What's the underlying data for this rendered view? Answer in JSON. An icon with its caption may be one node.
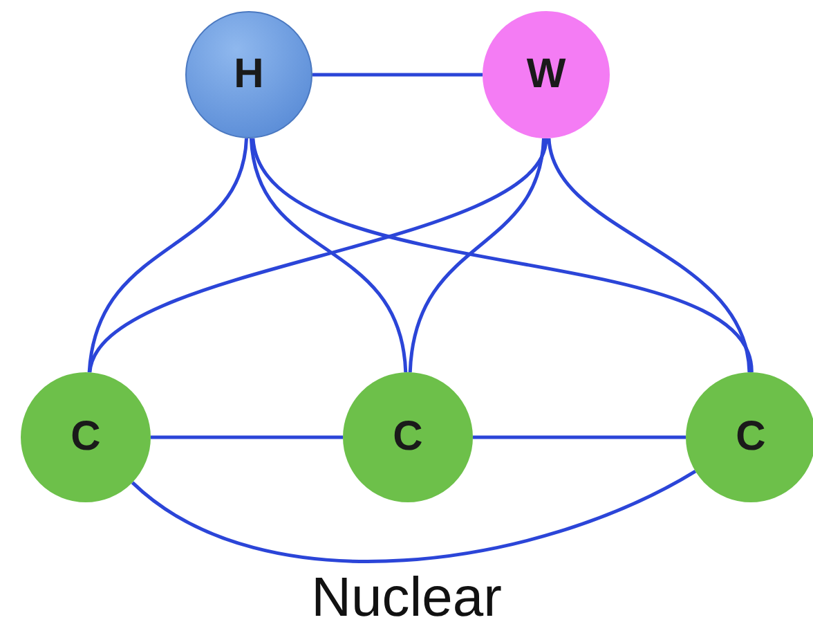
{
  "diagram": {
    "caption": "Nuclear",
    "nodes": [
      {
        "text": [
          "H"
        ]
      },
      {
        "text": [
          "W"
        ]
      },
      {
        "text": [
          "C"
        ]
      },
      {
        "text": [
          "C"
        ]
      },
      {
        "text": [
          "C"
        ]
      }
    ],
    "edges": [
      {
        "from": 0,
        "to": 1,
        "arrow": "none"
      },
      {
        "from": 0,
        "to": 2,
        "arrow": "none"
      },
      {
        "from": 0,
        "to": 3,
        "arrow": "none"
      },
      {
        "from": 0,
        "to": 4,
        "arrow": "none"
      },
      {
        "from": 1,
        "to": 2,
        "arrow": "none"
      },
      {
        "from": 1,
        "to": 3,
        "arrow": "none"
      },
      {
        "from": 1,
        "to": 4,
        "arrow": "none"
      },
      {
        "from": 2,
        "to": 3,
        "arrow": "none"
      },
      {
        "from": 3,
        "to": 4,
        "arrow": "none"
      },
      {
        "from": 2,
        "to": 4,
        "arrow": "none"
      }
    ]
  }
}
